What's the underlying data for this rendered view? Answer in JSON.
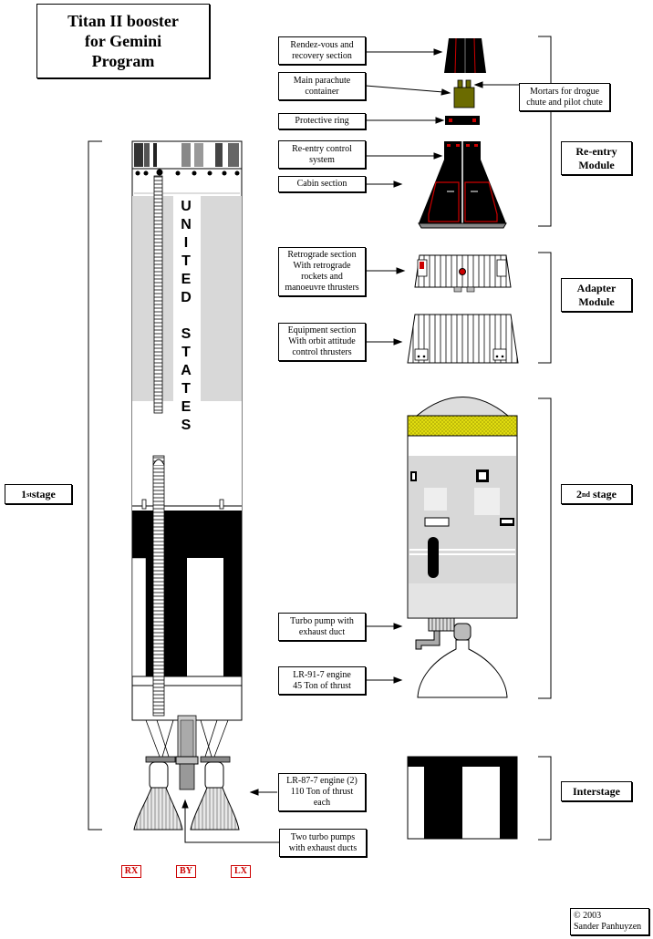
{
  "title": "Titan II booster\nfor Gemini\nProgram",
  "stage_labels": {
    "reentry": "Re-entry\nModule",
    "adapter": "Adapter\nModule",
    "second_base": "2",
    "second_sup": "nd",
    "second_rest": " stage",
    "first_base": "1",
    "first_sup": "st",
    "first_rest": "stage",
    "interstage": "Interstage"
  },
  "callouts": {
    "rendezvous": "Rendez-vous and\nrecovery section",
    "parachute": "Main parachute\ncontainer",
    "protective_ring": "Protective ring",
    "reentry_control": "Re-entry control\nsystem",
    "cabin": "Cabin section",
    "mortars": "Mortars for drogue\nchute and pilot chute",
    "retrograde": "Retrograde section\nWith retrograde\nrockets and\nmanoeuvre thrusters",
    "equipment": "Equipment section\nWith orbit attitude\ncontrol thrusters",
    "turbo_pump": "Turbo pump with\nexhaust duct",
    "lr91": "LR-91-7 engine\n45 Ton of thrust",
    "lr87": "LR-87-7 engine (2)\n110 Ton of thrust\neach",
    "two_turbo": "Two turbo pumps\nwith exhaust ducts"
  },
  "side_lettering": [
    "U",
    "N",
    "I",
    "T",
    "E",
    "D",
    "",
    "S",
    "T",
    "A",
    "T",
    "E",
    "S"
  ],
  "engine_codes": [
    "RX",
    "BY",
    "LX"
  ],
  "credit": "© 2003\nSander Panhuyzen",
  "colors": {
    "code_red": "#cc0000",
    "panel_gray": "#d8d8d8",
    "hatch_yellow": "#d8d400"
  }
}
